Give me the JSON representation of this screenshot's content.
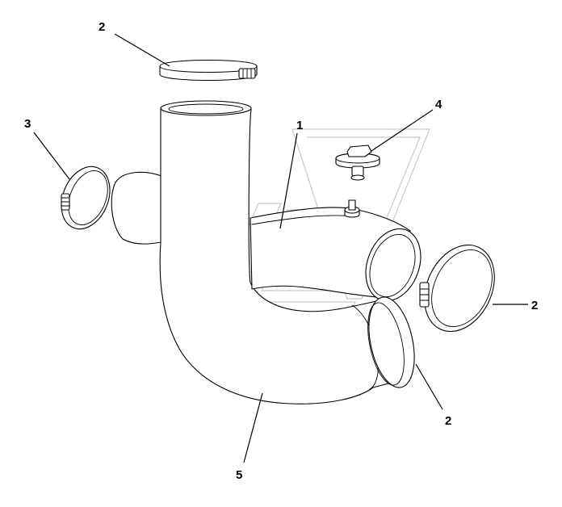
{
  "diagram": {
    "callouts": [
      {
        "id": "clamp-top",
        "label": "2"
      },
      {
        "id": "clamp-left",
        "label": "3"
      },
      {
        "id": "sensor",
        "label": "4"
      },
      {
        "id": "pipe-upper",
        "label": "1"
      },
      {
        "id": "clamp-right",
        "label": "2"
      },
      {
        "id": "clamp-lower",
        "label": "2"
      },
      {
        "id": "pipe-elbow",
        "label": "5"
      }
    ]
  },
  "colors": {
    "line": "#000000",
    "background": "#ffffff",
    "watermark": "#c8c8c8"
  }
}
